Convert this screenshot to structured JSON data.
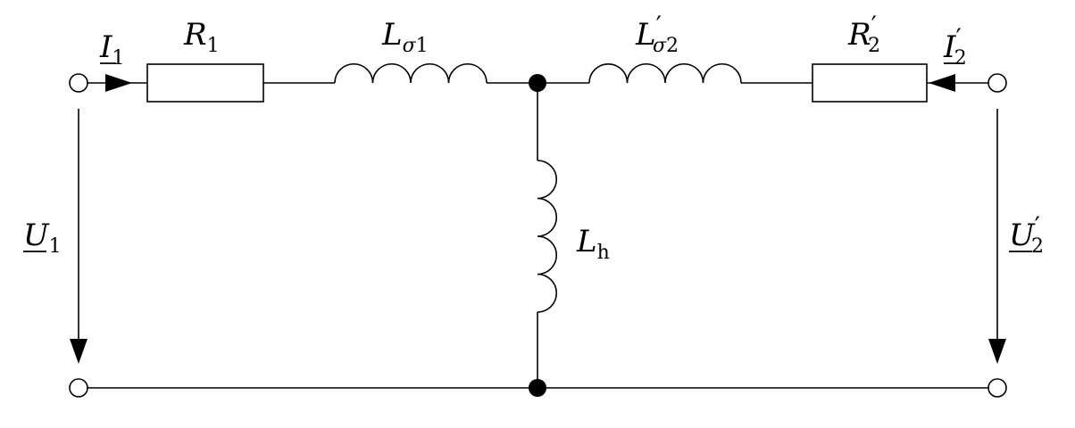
{
  "labels": {
    "R1": {
      "main": "R",
      "sub": "1"
    },
    "Ls1": {
      "main": "L",
      "sub_greek": "σ",
      "sub": "1"
    },
    "Ls2": {
      "main": "L",
      "prime": "′",
      "sub_greek": "σ",
      "sub": "2"
    },
    "R2": {
      "main": "R",
      "prime": "′",
      "sub": "2"
    },
    "I1": {
      "main": "I",
      "sub": "1"
    },
    "I2": {
      "main": "I",
      "prime": "′",
      "sub": "2"
    },
    "Lh": {
      "main": "L",
      "sub": "h"
    },
    "U1": {
      "main": "U",
      "sub": "1"
    },
    "U2": {
      "main": "U",
      "prime": "′",
      "sub": "2"
    }
  }
}
